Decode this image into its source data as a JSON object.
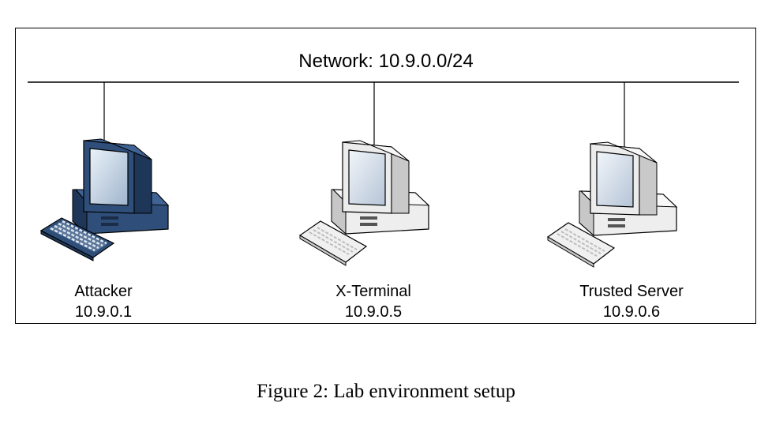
{
  "network": {
    "label": "Network: 10.9.0.0/24"
  },
  "nodes": [
    {
      "name": "Attacker",
      "ip": "10.9.0.1",
      "style": "dark"
    },
    {
      "name": "X-Terminal",
      "ip": "10.9.0.5",
      "style": "light"
    },
    {
      "name": "Trusted Server",
      "ip": "10.9.0.6",
      "style": "light"
    }
  ],
  "caption": "Figure 2: Lab environment setup",
  "colors": {
    "dark_body": "#2f4f7a",
    "dark_shade": "#1e3658",
    "light_body": "#e8e8e8",
    "light_shade": "#c7c7c7",
    "screen": "#cfdbe8"
  },
  "icons": [
    "desktop-computer-icon",
    "keyboard-icon"
  ]
}
